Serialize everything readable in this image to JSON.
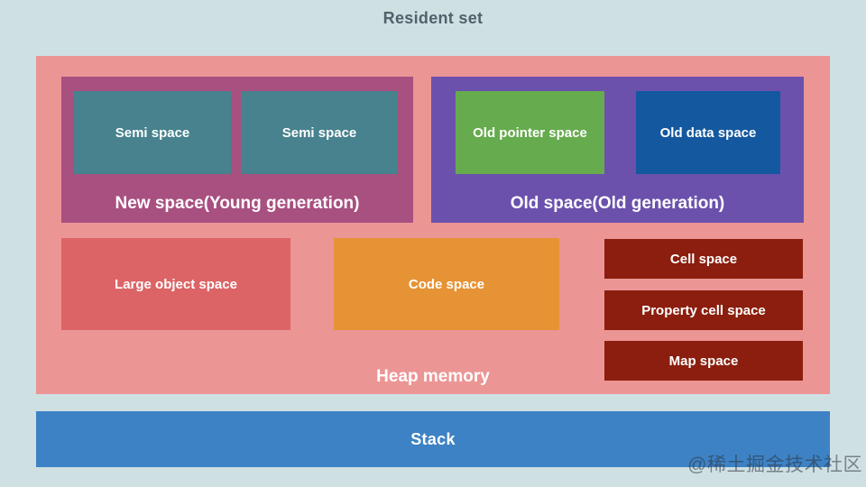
{
  "title": "Resident set",
  "colors": {
    "background": "#cfe0e3",
    "title_text": "#52616a",
    "heap": "#ec9595",
    "new_space": "#a85080",
    "semi_space": "#47828e",
    "old_space": "#6b51ac",
    "old_pointer": "#66ab4e",
    "old_data": "#14589f",
    "large_object": "#dd6466",
    "code_space": "#e69336",
    "cell": "#8b1e0e",
    "stack": "#3d82c4"
  },
  "heap": {
    "label": "Heap memory",
    "new_space": {
      "label": "New space(Young generation)",
      "children": [
        "Semi space",
        "Semi space"
      ]
    },
    "old_space": {
      "label": "Old space(Old generation)",
      "children": [
        "Old pointer space",
        "Old data space"
      ]
    },
    "large_object_label": "Large object space",
    "code_label": "Code space",
    "cell_label": "Cell space",
    "property_cell_label": "Property cell space",
    "map_label": "Map space"
  },
  "stack_label": "Stack",
  "watermark": "@稀土掘金技术社区"
}
